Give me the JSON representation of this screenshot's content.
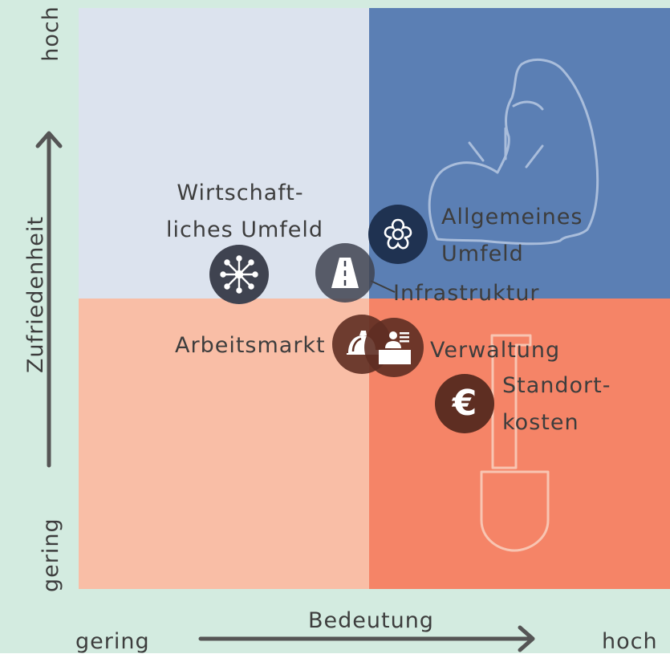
{
  "axes": {
    "y_label": "Zufriedenheit",
    "y_high": "hoch",
    "y_low": "gering",
    "x_label": "Bedeutung",
    "x_low": "gering",
    "x_high": "hoch"
  },
  "quadrant_colors": {
    "top_left": "#dce3ee",
    "top_right": "#5b7fb4",
    "bottom_left": "#f9bea6",
    "bottom_right": "#f58467"
  },
  "factors": [
    {
      "label_line1": "Wirtschaft-",
      "label_line2": "liches Umfeld",
      "icon": "network-icon",
      "color": "#3f4350"
    },
    {
      "label_line1": "Infrastruktur",
      "label_line2": "",
      "icon": "road-icon",
      "color": "#3f4350"
    },
    {
      "label_line1": "Allgemeines",
      "label_line2": "Umfeld",
      "icon": "flower-icon",
      "color": "#1f3251"
    },
    {
      "label_line1": "Arbeitsmarkt",
      "label_line2": "",
      "icon": "hardhat-icon",
      "color": "#5e2e22"
    },
    {
      "label_line1": "Verwaltung",
      "label_line2": "",
      "icon": "office-worker-icon",
      "color": "#5e2e22"
    },
    {
      "label_line1": "Standort-",
      "label_line2": "kosten",
      "icon": "euro-icon",
      "color": "#5e2e22"
    }
  ]
}
